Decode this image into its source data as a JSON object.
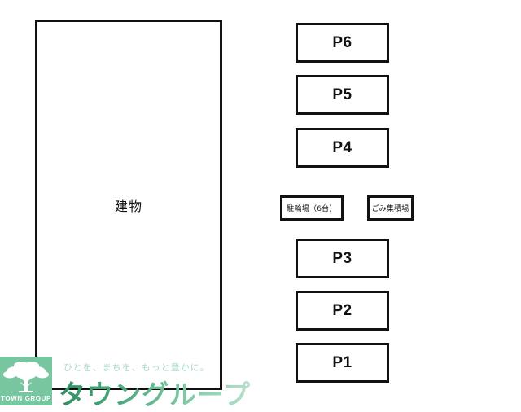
{
  "plan": {
    "building": {
      "label": "建物"
    },
    "parking_stalls": [
      {
        "id": "p6",
        "label": "P6"
      },
      {
        "id": "p5",
        "label": "P5"
      },
      {
        "id": "p4",
        "label": "P4"
      },
      {
        "id": "p3",
        "label": "P3"
      },
      {
        "id": "p2",
        "label": "P2"
      },
      {
        "id": "p1",
        "label": "P1"
      }
    ],
    "facilities": [
      {
        "id": "bicycle-parking",
        "label": "駐輪場（6台）"
      },
      {
        "id": "garbage-area",
        "label": "ごみ集積場"
      }
    ]
  },
  "brand": {
    "mark_text": "TOWN GROUP",
    "tagline": "ひとを、まちを、もっと豊かに。",
    "name": "タウングループ",
    "mark_color": "#77c6a0",
    "tagline_color": "#a9dcc4",
    "name_color_start": "#2f8f63",
    "name_color_end": "#b6e0cb"
  },
  "colors": {
    "outline": "#111111",
    "background": "#ffffff"
  }
}
